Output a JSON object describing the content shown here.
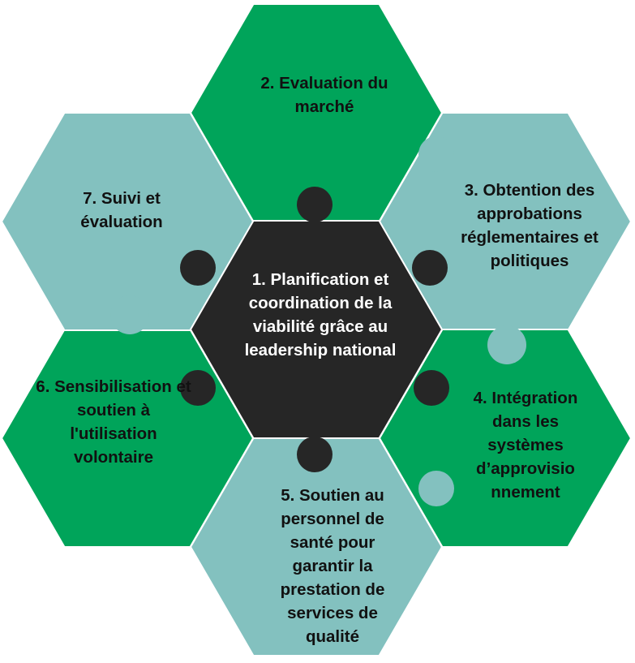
{
  "colors": {
    "green": "#00A45A",
    "teal": "#83C1BF",
    "dark": "#262626",
    "text_dark": "#111111",
    "text_light": "#ffffff"
  },
  "pieces": [
    {
      "id": "1",
      "text": "1. Planification et coordination de la viabilité grâce au leadership national"
    },
    {
      "id": "2",
      "text": "2. Evaluation du marché"
    },
    {
      "id": "3",
      "text": "3. Obtention des approbations réglementaires et politiques"
    },
    {
      "id": "4",
      "text": "4. Intégration dans les systèmes d’approvisio nnement"
    },
    {
      "id": "5",
      "text": "5. Soutien au personnel de santé pour garantir la prestation de services de qualité"
    },
    {
      "id": "6",
      "text": "6. Sensibilisation et soutien à l'utilisation volontaire"
    },
    {
      "id": "7",
      "text": "7. Suivi et évaluation"
    }
  ]
}
